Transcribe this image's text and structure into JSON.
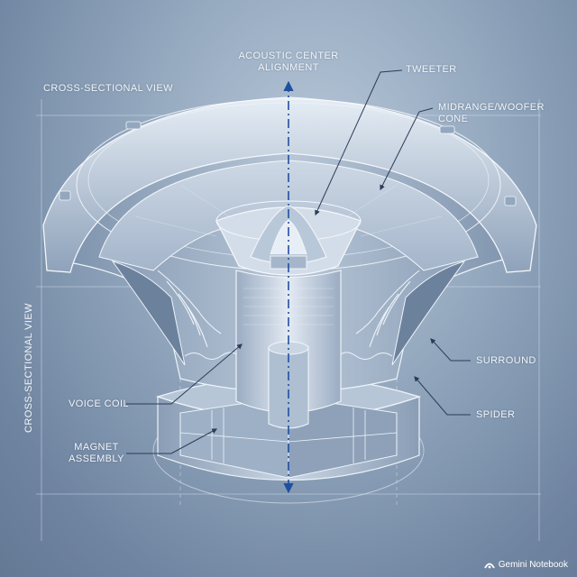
{
  "labels": {
    "cross_section_top": "CROSS-SECTIONAL VIEW",
    "cross_section_side": "CROSS-SECTIONAL VIEW",
    "acoustic_center_line1": "ACOUSTIC CENTER",
    "acoustic_center_line2": "ALIGNMENT",
    "tweeter": "TWEETER",
    "midrange_line1": "MIDRANGE/WOOFER",
    "midrange_line2": "CONE",
    "surround": "SURROUND",
    "spider": "SPIDER",
    "voice_coil": "VOICE COIL",
    "magnet_line1": "MAGNET",
    "magnet_line2": "ASSEMBLY"
  },
  "brand": {
    "name": "Gemini Notebook",
    "logo": "gemini-notebook-logo"
  },
  "colors": {
    "background": "#8fa4bb",
    "line": "#f2f6fb",
    "axis": "#1f4fa0",
    "metal_light": "#dfe7f1",
    "metal_dark": "#5f7592"
  }
}
